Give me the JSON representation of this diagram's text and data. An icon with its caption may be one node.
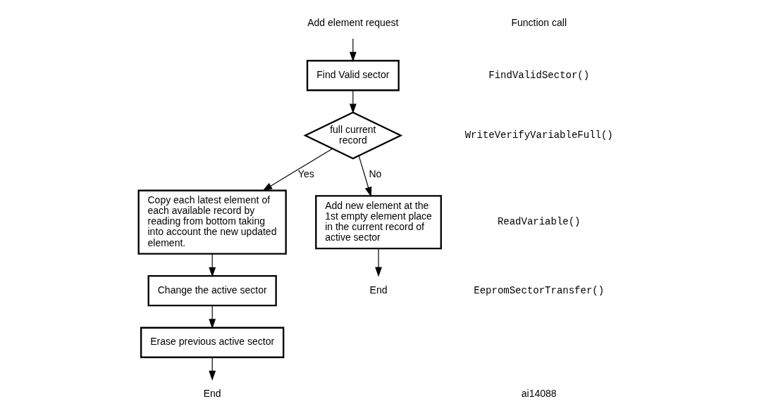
{
  "diagram": {
    "nodes": [
      {
        "text": [
          "Add element request"
        ]
      },
      {
        "text": [
          "Find Valid sector"
        ]
      },
      {
        "text": [
          "full current record"
        ]
      },
      {
        "text": [
          "Copy each latest element of each available record by reading from bottom taking into account the new updated element."
        ]
      },
      {
        "text": [
          "Add new element at the 1st empty element place in the current record of active sector"
        ]
      },
      {
        "text": [
          "End"
        ]
      },
      {
        "text": [
          "Change the active sector"
        ]
      },
      {
        "text": [
          "Erase previous active sector"
        ]
      },
      {
        "text": [
          "End"
        ]
      }
    ],
    "edges": [
      {
        "from": 0,
        "to": 1,
        "arrow": "to"
      },
      {
        "from": 1,
        "to": 2,
        "arrow": "to"
      },
      {
        "from": 2,
        "to": 3,
        "arrow": "to",
        "label": "Yes"
      },
      {
        "from": 2,
        "to": 4,
        "arrow": "to",
        "label": "No"
      },
      {
        "from": 4,
        "to": 5,
        "arrow": "to"
      },
      {
        "from": 3,
        "to": 6,
        "arrow": "to"
      },
      {
        "from": 6,
        "to": 7,
        "arrow": "to"
      },
      {
        "from": 7,
        "to": 8,
        "arrow": "to"
      }
    ],
    "labels": [
      "Function call",
      "FindValidSector()",
      "WriteVerifyVariableFull()",
      "ReadVariable()",
      "EepromSectorTransfer()",
      "ai14088"
    ]
  }
}
